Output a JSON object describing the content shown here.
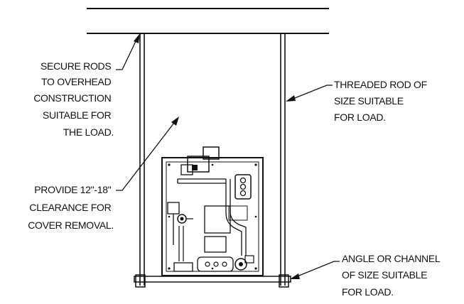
{
  "colors": {
    "ink": "#111111",
    "background": "#ffffff"
  },
  "callouts": {
    "secure_rods": [
      "SECURE RODS",
      "TO OVERHEAD",
      "CONSTRUCTION",
      "SUITABLE FOR",
      "THE LOAD."
    ],
    "threaded_rod": [
      "THREADED ROD OF",
      "SIZE SUITABLE",
      "FOR LOAD."
    ],
    "clearance": [
      "PROVIDE 12\"-18\"",
      "CLEARANCE FOR",
      "COVER REMOVAL."
    ],
    "angle_channel": [
      "ANGLE OR CHANNEL",
      "OF SIZE SUITABLE",
      "FOR LOAD."
    ]
  }
}
